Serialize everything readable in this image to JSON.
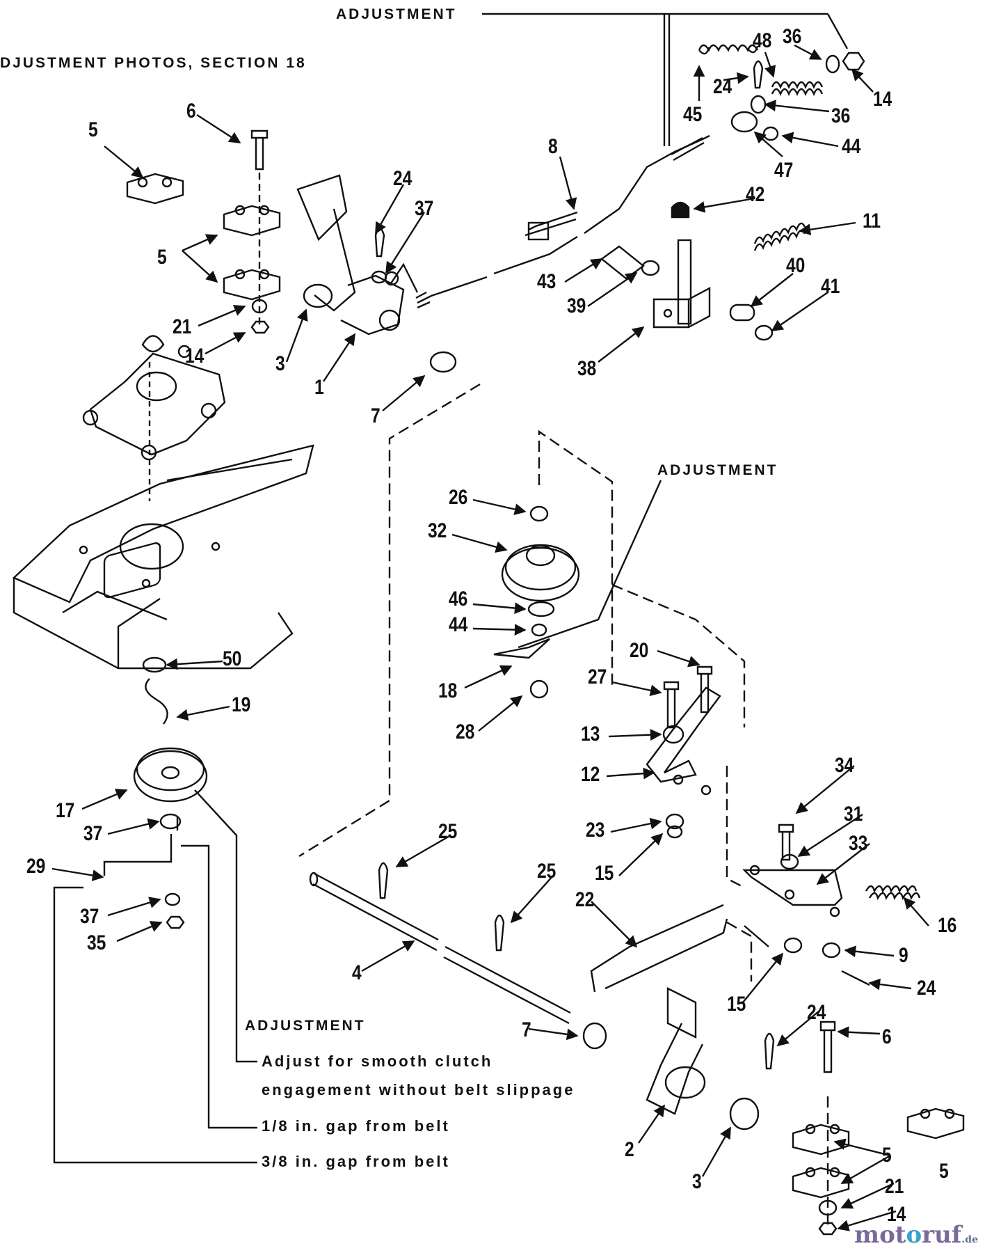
{
  "captions": {
    "adjust_top": "ADJUSTMENT",
    "adjust_photos": "DJUSTMENT PHOTOS, SECTION 18",
    "adjust_mid": "ADJUSTMENT",
    "adjust_bottom": "ADJUSTMENT"
  },
  "notes": {
    "smooth_clutch_1": "Adjust for smooth clutch",
    "smooth_clutch_2": "engagement without belt slippage",
    "gap_1_8": "1/8 in. gap from belt",
    "gap_3_8": "3/8 in. gap from belt"
  },
  "callouts": [
    {
      "id": "c5a",
      "text": "5"
    },
    {
      "id": "c6a",
      "text": "6"
    },
    {
      "id": "c5b",
      "text": "5"
    },
    {
      "id": "c21a",
      "text": "21"
    },
    {
      "id": "c14a",
      "text": "14"
    },
    {
      "id": "c3a",
      "text": "3"
    },
    {
      "id": "c1",
      "text": "1"
    },
    {
      "id": "c24a",
      "text": "24"
    },
    {
      "id": "c37a",
      "text": "37"
    },
    {
      "id": "c7a",
      "text": "7"
    },
    {
      "id": "c8",
      "text": "8"
    },
    {
      "id": "c43",
      "text": "43"
    },
    {
      "id": "c39",
      "text": "39"
    },
    {
      "id": "c38",
      "text": "38"
    },
    {
      "id": "c42",
      "text": "42"
    },
    {
      "id": "c11",
      "text": "11"
    },
    {
      "id": "c40",
      "text": "40"
    },
    {
      "id": "c41",
      "text": "41"
    },
    {
      "id": "c45",
      "text": "45"
    },
    {
      "id": "c24b",
      "text": "24"
    },
    {
      "id": "c48",
      "text": "48"
    },
    {
      "id": "c36a",
      "text": "36"
    },
    {
      "id": "c36b",
      "text": "36"
    },
    {
      "id": "c14b",
      "text": "14"
    },
    {
      "id": "c44a",
      "text": "44"
    },
    {
      "id": "c47",
      "text": "47"
    },
    {
      "id": "c50",
      "text": "50"
    },
    {
      "id": "c19",
      "text": "19"
    },
    {
      "id": "c17",
      "text": "17"
    },
    {
      "id": "c37b",
      "text": "37"
    },
    {
      "id": "c29",
      "text": "29"
    },
    {
      "id": "c37c",
      "text": "37"
    },
    {
      "id": "c35",
      "text": "35"
    },
    {
      "id": "c26",
      "text": "26"
    },
    {
      "id": "c32",
      "text": "32"
    },
    {
      "id": "c46",
      "text": "46"
    },
    {
      "id": "c44b",
      "text": "44"
    },
    {
      "id": "c18",
      "text": "18"
    },
    {
      "id": "c28",
      "text": "28"
    },
    {
      "id": "c20",
      "text": "20"
    },
    {
      "id": "c27",
      "text": "27"
    },
    {
      "id": "c13",
      "text": "13"
    },
    {
      "id": "c12",
      "text": "12"
    },
    {
      "id": "c23",
      "text": "23"
    },
    {
      "id": "c15a",
      "text": "15"
    },
    {
      "id": "c34",
      "text": "34"
    },
    {
      "id": "c31",
      "text": "31"
    },
    {
      "id": "c33",
      "text": "33"
    },
    {
      "id": "c16",
      "text": "16"
    },
    {
      "id": "c9",
      "text": "9"
    },
    {
      "id": "c24c",
      "text": "24"
    },
    {
      "id": "c15b",
      "text": "15"
    },
    {
      "id": "c25a",
      "text": "25"
    },
    {
      "id": "c25b",
      "text": "25"
    },
    {
      "id": "c22",
      "text": "22"
    },
    {
      "id": "c4",
      "text": "4"
    },
    {
      "id": "c7b",
      "text": "7"
    },
    {
      "id": "c2",
      "text": "2"
    },
    {
      "id": "c3b",
      "text": "3"
    },
    {
      "id": "c24d",
      "text": "24"
    },
    {
      "id": "c6b",
      "text": "6"
    },
    {
      "id": "c5c",
      "text": "5"
    },
    {
      "id": "c5d",
      "text": "5"
    },
    {
      "id": "c21b",
      "text": "21"
    },
    {
      "id": "c14c",
      "text": "14"
    }
  ],
  "watermark": {
    "part1": "mot",
    "part2": "o",
    "part3": "ruf",
    "suffix": ".de"
  }
}
